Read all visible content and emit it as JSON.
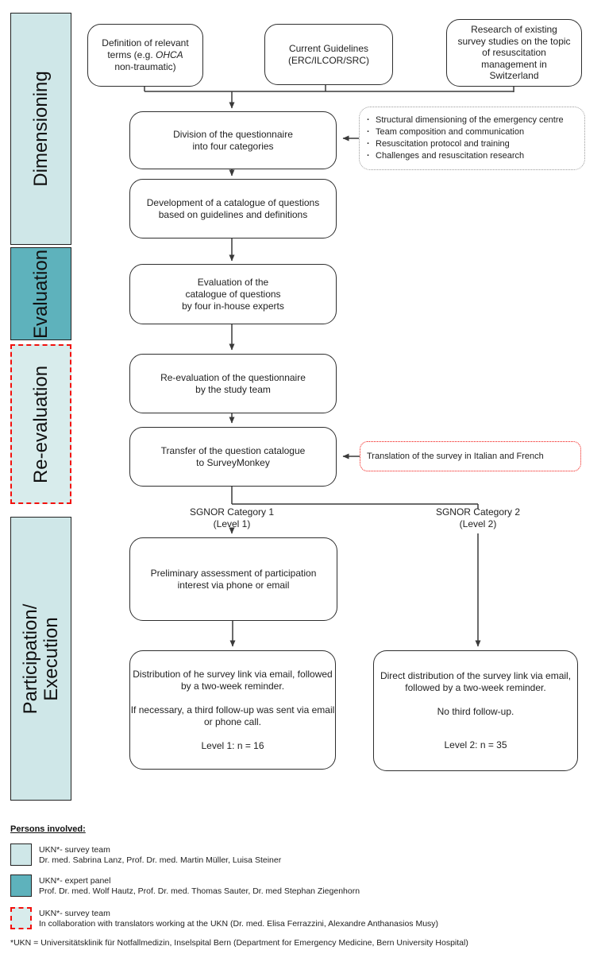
{
  "colors": {
    "light_teal": "#cfe7e8",
    "light_teal_dashed": "#d8ecec",
    "dark_teal": "#5eb2bc",
    "red": "#f2100c",
    "line": "#3a3a3a"
  },
  "sidebar": {
    "sections": [
      {
        "label": "Dimensioning"
      },
      {
        "label": "Evaluation"
      },
      {
        "label": "Re-evaluation"
      },
      {
        "label_line1": "Participation/",
        "label_line2": "Execution"
      }
    ]
  },
  "flow": {
    "definition": {
      "line1": "Definition of relevant",
      "line2_pre": "terms (e.g. ",
      "line2_em": "OHCA",
      "line3": "non-traumatic)"
    },
    "guidelines": {
      "lines": [
        "Current Guidelines",
        "(ERC/ILCOR/SRC)"
      ]
    },
    "research": {
      "lines": [
        "Research of existing",
        "survey studies on the topic",
        "of resuscitation",
        "management in",
        "Switzerland"
      ]
    },
    "division": {
      "lines": [
        "Division of the questionnaire",
        "into four categories"
      ]
    },
    "categories_note": {
      "items": [
        "Structural dimensioning of the emergency centre",
        "Team composition and communication",
        "Resuscitation protocol and training",
        "Challenges and resuscitation research"
      ]
    },
    "development": {
      "lines": [
        "Development of a catalogue of questions",
        "based on guidelines and definitions"
      ]
    },
    "evaluation": {
      "lines": [
        "Evaluation of the",
        "catalogue of questions",
        "by four in-house experts"
      ]
    },
    "reevaluation": {
      "lines": [
        "Re-evaluation of the questionnaire",
        "by the study team"
      ]
    },
    "transfer": {
      "lines": [
        "Transfer of the question catalogue",
        "to SurveyMonkey"
      ]
    },
    "translation_note": {
      "text": "Translation of the survey in Italian and French"
    },
    "branch1": {
      "line1": "SGNOR Category 1",
      "line2": "(Level 1)"
    },
    "branch2": {
      "line1": "SGNOR Category 2",
      "line2": "(Level 2)"
    },
    "preliminary": {
      "lines": [
        "Preliminary assessment of participation",
        "interest via phone or email"
      ]
    },
    "distribution1": {
      "paragraphs": [
        "Distribution of he survey link via email, followed by a two-week reminder.",
        "If necessary, a third follow-up was sent via email or phone call.",
        "Level 1: n = 16"
      ]
    },
    "distribution2": {
      "paragraphs": [
        "Direct distribution of the survey link via email, followed by a two-week reminder.",
        "No third follow-up.",
        "Level 2: n = 35"
      ]
    }
  },
  "legend": {
    "title": "Persons involved:",
    "items": [
      {
        "title": "UKN*- survey team",
        "names": "Dr. med. Sabrina Lanz, Prof. Dr. med. Martin Müller,  Luisa Steiner"
      },
      {
        "title": "UKN*- expert panel",
        "names": "Prof. Dr. med. Wolf Hautz, Prof. Dr. med. Thomas Sauter, Dr. med Stephan Ziegenhorn"
      },
      {
        "title": "UKN*- survey team",
        "names": "In collaboration with translators working at the UKN (Dr. med. Elisa Ferrazzini, Alexandre Anthanasios Musy)"
      }
    ],
    "footnote": "*UKN = Universitätsklinik für Notfallmedizin, Inselspital Bern (Department for Emergency Medicine, Bern University Hospital)"
  }
}
